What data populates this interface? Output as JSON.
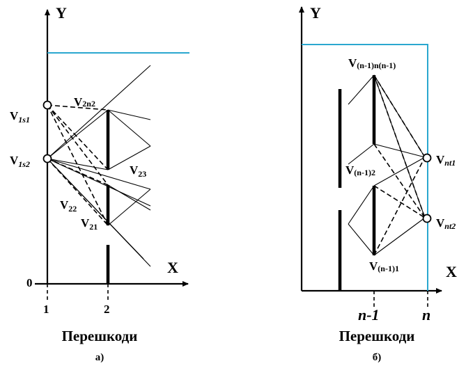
{
  "panel_a": {
    "y_axis": "Y",
    "x_axis": "X",
    "origin": "0",
    "tick_1": "1",
    "tick_2": "2",
    "v1s1": {
      "main": "V",
      "sub": "1s1"
    },
    "v1s2": {
      "main": "V",
      "sub": "1s2"
    },
    "v2n2": {
      "main": "V",
      "sub": "2n2"
    },
    "v23": {
      "main": "V",
      "sub": "23"
    },
    "v22": {
      "main": "V",
      "sub": "22"
    },
    "v21": {
      "main": "V",
      "sub": "21"
    },
    "caption": "Перешкоди",
    "sublabel": "а)"
  },
  "panel_b": {
    "y_axis": "Y",
    "x_axis": "X",
    "tick_n1": "n-1",
    "tick_n": "n",
    "vtop": {
      "main": "V",
      "sub": "(n-1)n(n-1)"
    },
    "vmid": {
      "main": "V",
      "sub": "(n-1)2"
    },
    "vbot": {
      "main": "V",
      "sub": "(n-1)1"
    },
    "vnt1": {
      "main": "V",
      "sub": "nt1"
    },
    "vnt2": {
      "main": "V",
      "sub": "nt2"
    },
    "caption": "Перешкоди",
    "sublabel": "б)"
  },
  "colors": {
    "boundary": "#2aa7cf",
    "ink": "#000000"
  }
}
